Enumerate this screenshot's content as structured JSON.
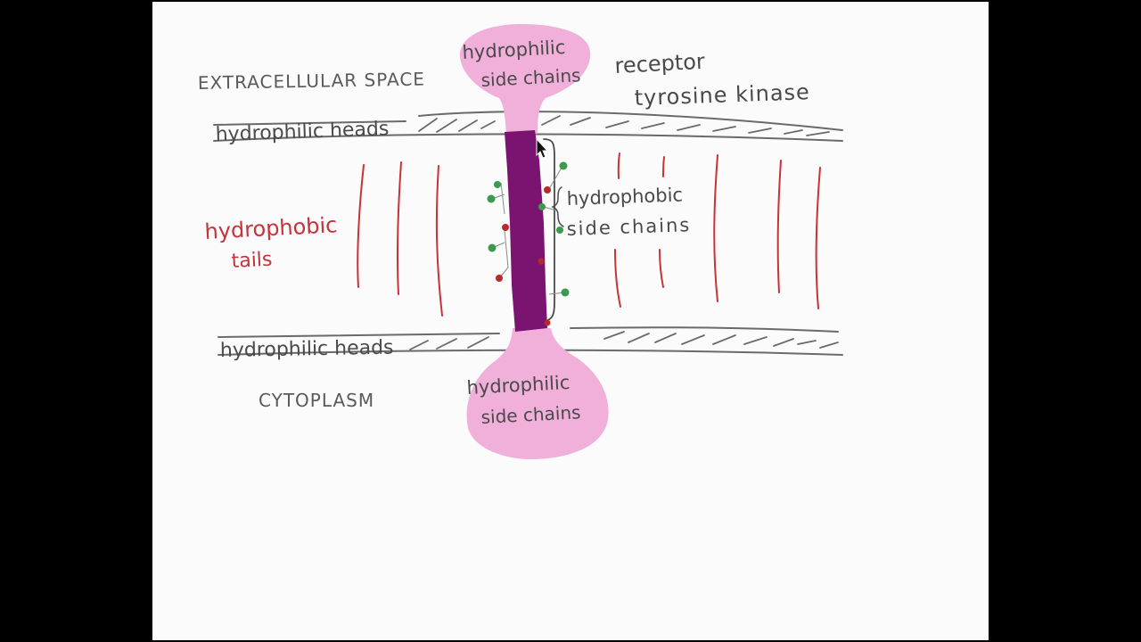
{
  "colors": {
    "background": "#000000",
    "canvas": "#fbfbfb",
    "ink": "#4a4a4a",
    "tail_red": "#c8323a",
    "helix_purple": "#7a1470",
    "domain_pink": "#f0b0da",
    "atom_green": "#3a9a50",
    "atom_red": "#b82a2a"
  },
  "labels": {
    "extracellular": "EXTRACELLULAR SPACE",
    "cytoplasm": "CYTOPLASM",
    "heads_top": "hydrophilic heads",
    "heads_bottom": "hydrophilic heads",
    "tails_line1": "hydrophobic",
    "tails_line2": "tails",
    "top_domain_line1": "hydrophilic",
    "top_domain_line2": "side chains",
    "bottom_domain_line1": "hydrophilic",
    "bottom_domain_line2": "side chains",
    "hydrophobic_chains_line1": "hydrophobic",
    "hydrophobic_chains_line2": "side chains",
    "receptor_line1": "receptor",
    "receptor_line2": "tyrosine kinase"
  }
}
